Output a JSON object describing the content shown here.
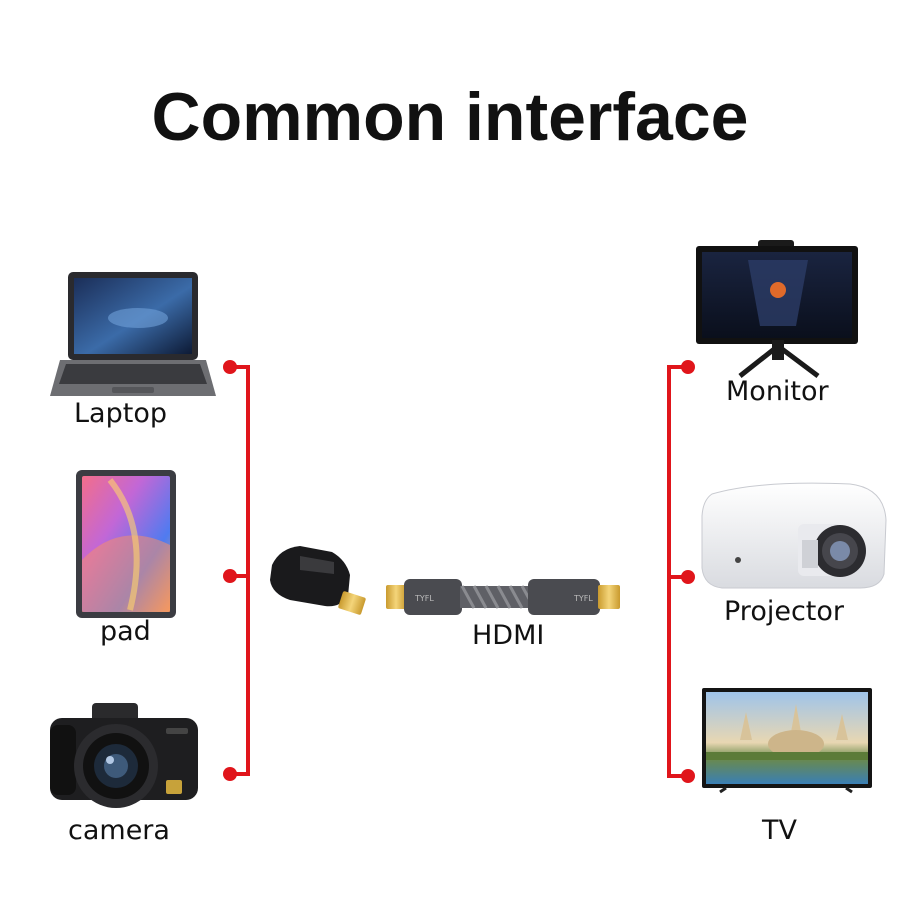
{
  "title": "Common interface",
  "sources": [
    {
      "label": "Laptop",
      "icon": "laptop-icon"
    },
    {
      "label": "pad",
      "icon": "tablet-icon"
    },
    {
      "label": "camera",
      "icon": "camera-icon"
    }
  ],
  "targets": [
    {
      "label": "Monitor",
      "icon": "monitor-icon"
    },
    {
      "label": "Projector",
      "icon": "projector-icon"
    },
    {
      "label": "TV",
      "icon": "tv-icon"
    }
  ],
  "center": {
    "cable_label": "HDMI",
    "adapter_icon": "micro-hdmi-adapter-icon",
    "cable_icon": "hdmi-cable-icon",
    "cable_print": "TYFL"
  },
  "colors": {
    "connector_line": "#e0151b",
    "text": "#111111"
  }
}
